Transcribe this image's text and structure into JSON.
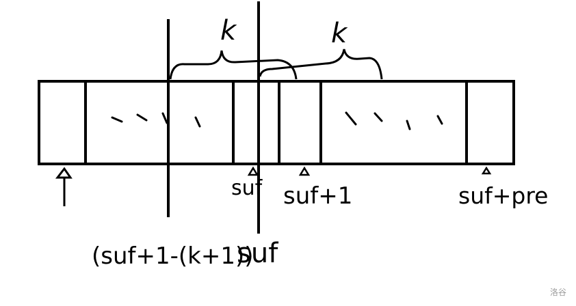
{
  "labels": {
    "k_left": "k",
    "k_right": "k",
    "suf_small": "suf",
    "suf_plus1": "suf+1",
    "suf_plus_pre": "suf+pre",
    "left_expr": "(suf+1-(k+1))",
    "suf_bottom": "suf"
  },
  "watermark": "洛谷"
}
